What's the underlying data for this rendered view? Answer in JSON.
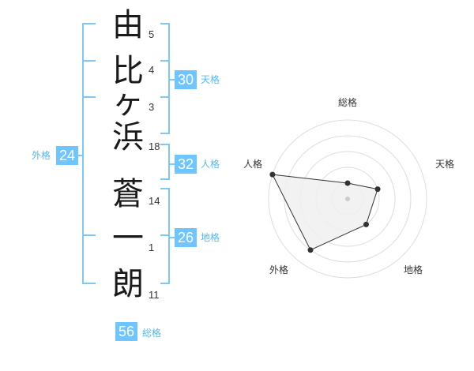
{
  "name": {
    "characters": [
      {
        "char": "由",
        "strokes": "5"
      },
      {
        "char": "比",
        "strokes": "4"
      },
      {
        "char": "ヶ",
        "strokes": "3"
      },
      {
        "char": "浜",
        "strokes": "18"
      },
      {
        "char": "蒼",
        "strokes": "14"
      },
      {
        "char": "一",
        "strokes": "1"
      },
      {
        "char": "朗",
        "strokes": "11"
      }
    ]
  },
  "fortunes": {
    "tenkaku": {
      "value": "30",
      "label": "天格"
    },
    "jinkaku": {
      "value": "32",
      "label": "人格"
    },
    "chikaku": {
      "value": "26",
      "label": "地格"
    },
    "gaikaku": {
      "value": "24",
      "label": "外格"
    },
    "soukaku": {
      "value": "56",
      "label": "総格"
    }
  },
  "radar": {
    "labels": {
      "top": "総格",
      "upper_right": "天格",
      "lower_right": "地格",
      "lower_left": "外格",
      "upper_left": "人格"
    },
    "axes": [
      "総格",
      "天格",
      "地格",
      "外格",
      "人格"
    ],
    "levels": 5,
    "values": [
      1,
      2,
      2,
      4,
      5
    ],
    "colors": {
      "fill": "#f0f0f0",
      "stroke": "#333333",
      "grid": "#dddddd",
      "center": "#cccccc"
    }
  }
}
